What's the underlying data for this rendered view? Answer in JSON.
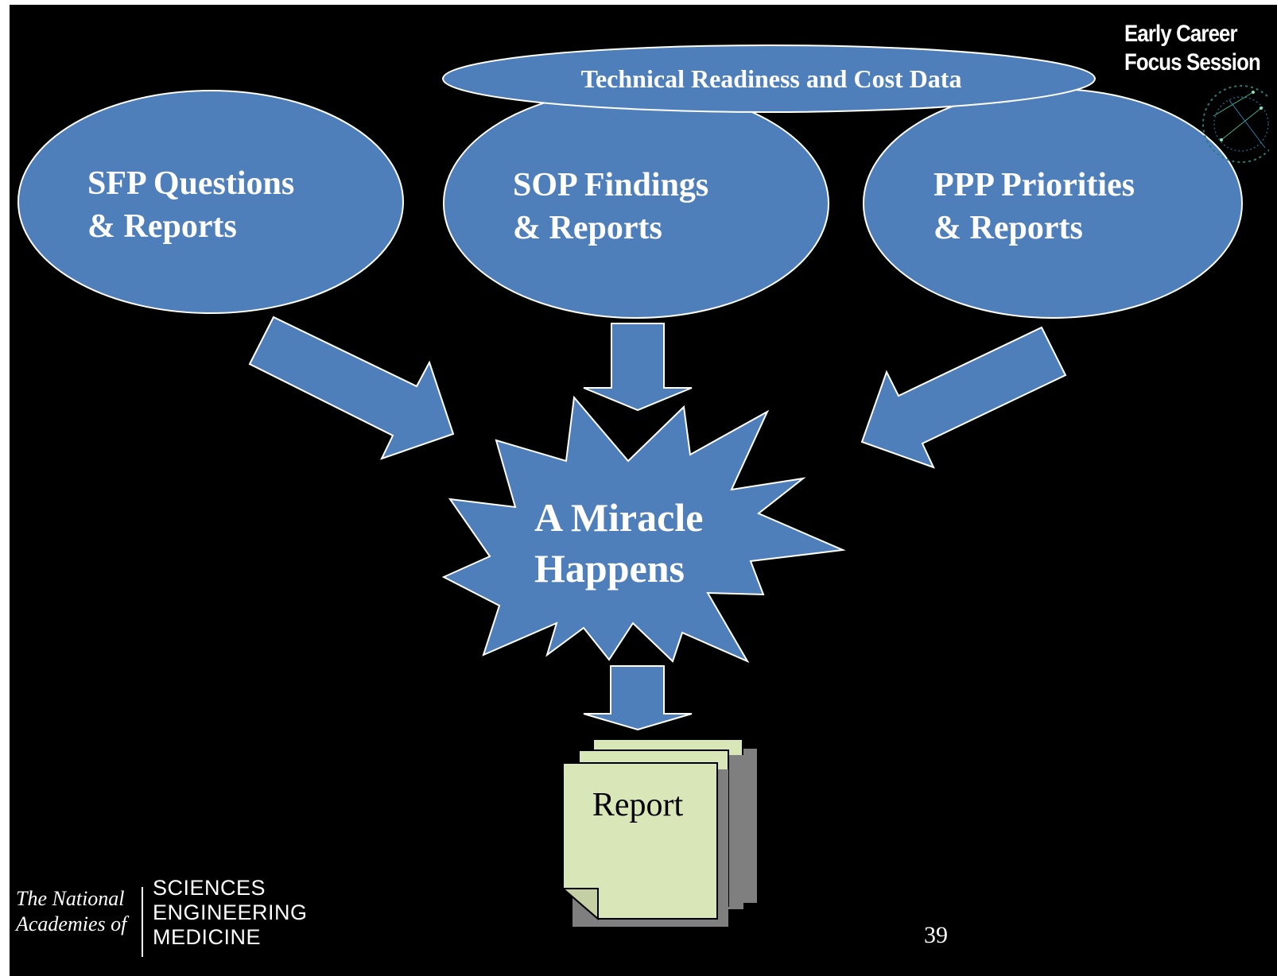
{
  "badge": {
    "line1": "Early Career",
    "line2": "Focus Session"
  },
  "diagram": {
    "top_banner": "Technical Readiness and Cost Data",
    "left_oval": {
      "line1": "SFP Questions",
      "line2": "& Reports"
    },
    "center_oval": {
      "line1": "SOP Findings",
      "line2": "& Reports"
    },
    "right_oval": {
      "line1": "PPP Priorities",
      "line2": "& Reports"
    },
    "burst": {
      "line1": "A Miracle",
      "line2": "Happens"
    },
    "report_label": "Report"
  },
  "footer": {
    "logo": {
      "italic_line1": "The National",
      "italic_line2": "Academies of",
      "caps_line1": "SCIENCES",
      "caps_line2": "ENGINEERING",
      "caps_line3": "MEDICINE"
    },
    "page_number": "39"
  },
  "colors": {
    "background": "#000000",
    "shape_fill": "#4f7fbb",
    "report_fill": "#d9e6b8",
    "text": "#ffffff"
  }
}
